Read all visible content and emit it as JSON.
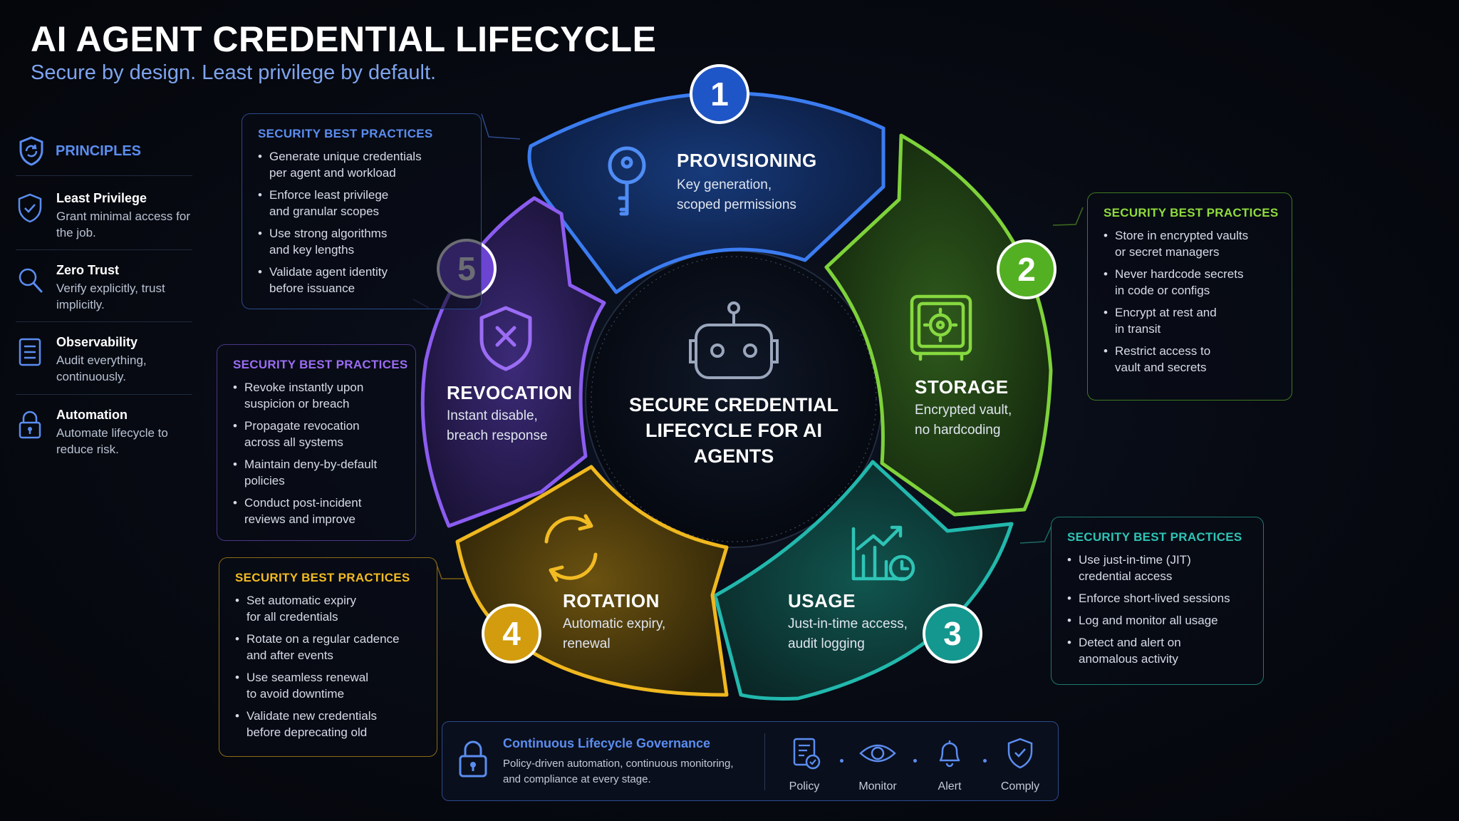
{
  "header": {
    "title": "AI AGENT CREDENTIAL LIFECYCLE",
    "subtitle": "Secure by design. Least privilege by default."
  },
  "principles": {
    "heading": "PRINCIPLES",
    "items": [
      {
        "title": "Least Privilege",
        "desc": "Grant minimal access for the job.",
        "icon": "shield-check-icon"
      },
      {
        "title": "Zero Trust",
        "desc": "Verify explicitly, trust implicitly.",
        "icon": "magnifier-icon"
      },
      {
        "title": "Observability",
        "desc": "Audit everything, continuously.",
        "icon": "document-list-icon"
      },
      {
        "title": "Automation",
        "desc": "Automate lifecycle to reduce risk.",
        "icon": "padlock-icon"
      }
    ]
  },
  "center": {
    "text": "SECURE CREDENTIAL LIFECYCLE FOR AI AGENTS",
    "icon": "robot-icon"
  },
  "stages": [
    {
      "number": "1",
      "title": "PROVISIONING",
      "desc_line1": "Key generation,",
      "desc_line2": "scoped permissions",
      "color": "#3b7cf0",
      "icon": "key-icon"
    },
    {
      "number": "2",
      "title": "STORAGE",
      "desc_line1": "Encrypted vault,",
      "desc_line2": "no hardcoding",
      "color": "#7ed23a",
      "icon": "vault-icon"
    },
    {
      "number": "3",
      "title": "USAGE",
      "desc_line1": "Just-in-time access,",
      "desc_line2": "audit logging",
      "color": "#22b8ad",
      "icon": "chart-clock-icon"
    },
    {
      "number": "4",
      "title": "ROTATION",
      "desc_line1": "Automatic expiry,",
      "desc_line2": "renewal",
      "color": "#f0b81f",
      "icon": "rotate-arrows-icon"
    },
    {
      "number": "5",
      "title": "REVOCATION",
      "desc_line1": "Instant disable,",
      "desc_line2": "breach response",
      "color": "#8b5cf0",
      "icon": "shield-x-icon"
    }
  ],
  "practices": [
    {
      "stage": "1",
      "heading": "SECURITY BEST PRACTICES",
      "color": "#5b8df0",
      "items": [
        {
          "l1": "Generate unique credentials",
          "l2": "per agent and workload"
        },
        {
          "l1": "Enforce least privilege",
          "l2": "and granular scopes"
        },
        {
          "l1": "Use strong algorithms",
          "l2": "and key lengths"
        },
        {
          "l1": "Validate agent identity",
          "l2": "before issuance"
        }
      ]
    },
    {
      "stage": "2",
      "heading": "SECURITY BEST PRACTICES",
      "color": "#8fdc3c",
      "items": [
        {
          "l1": "Store in encrypted vaults",
          "l2": "or secret managers"
        },
        {
          "l1": "Never hardcode secrets",
          "l2": "in code or configs"
        },
        {
          "l1": "Encrypt at rest and",
          "l2": "in transit"
        },
        {
          "l1": "Restrict access to",
          "l2": "vault and secrets"
        }
      ]
    },
    {
      "stage": "3",
      "heading": "SECURITY BEST PRACTICES",
      "color": "#2ec4b6",
      "items": [
        {
          "l1": "Use just-in-time (JIT)",
          "l2": "credential access"
        },
        {
          "l1": "Enforce short-lived sessions",
          "l2": ""
        },
        {
          "l1": "Log and monitor all usage",
          "l2": ""
        },
        {
          "l1": "Detect and alert on",
          "l2": "anomalous activity"
        }
      ]
    },
    {
      "stage": "4",
      "heading": "SECURITY BEST PRACTICES",
      "color": "#f2bb22",
      "items": [
        {
          "l1": "Set automatic expiry",
          "l2": "for all credentials"
        },
        {
          "l1": "Rotate on a regular cadence",
          "l2": "and after events"
        },
        {
          "l1": "Use seamless renewal",
          "l2": "to avoid downtime"
        },
        {
          "l1": "Validate new credentials",
          "l2": "before deprecating old"
        }
      ]
    },
    {
      "stage": "5",
      "heading": "SECURITY BEST PRACTICES",
      "color": "#9b6cf4",
      "items": [
        {
          "l1": "Revoke instantly upon",
          "l2": "suspicion or breach"
        },
        {
          "l1": "Propagate revocation",
          "l2": "across all systems"
        },
        {
          "l1": "Maintain deny-by-default",
          "l2": "policies"
        },
        {
          "l1": "Conduct post-incident",
          "l2": "reviews and improve"
        }
      ]
    }
  ],
  "governance": {
    "title": "Continuous Lifecycle Governance",
    "desc_line1": "Policy-driven automation, continuous monitoring,",
    "desc_line2": "and compliance at every stage.",
    "icon": "padlock-icon",
    "items": [
      {
        "label": "Policy",
        "icon": "policy-doc-icon"
      },
      {
        "label": "Monitor",
        "icon": "eye-icon"
      },
      {
        "label": "Alert",
        "icon": "bell-icon"
      },
      {
        "label": "Comply",
        "icon": "shield-check-icon"
      }
    ]
  },
  "colors": {
    "background": "#05070d",
    "accent_blue": "#5b8df0",
    "text_muted": "#b9c2d2"
  }
}
